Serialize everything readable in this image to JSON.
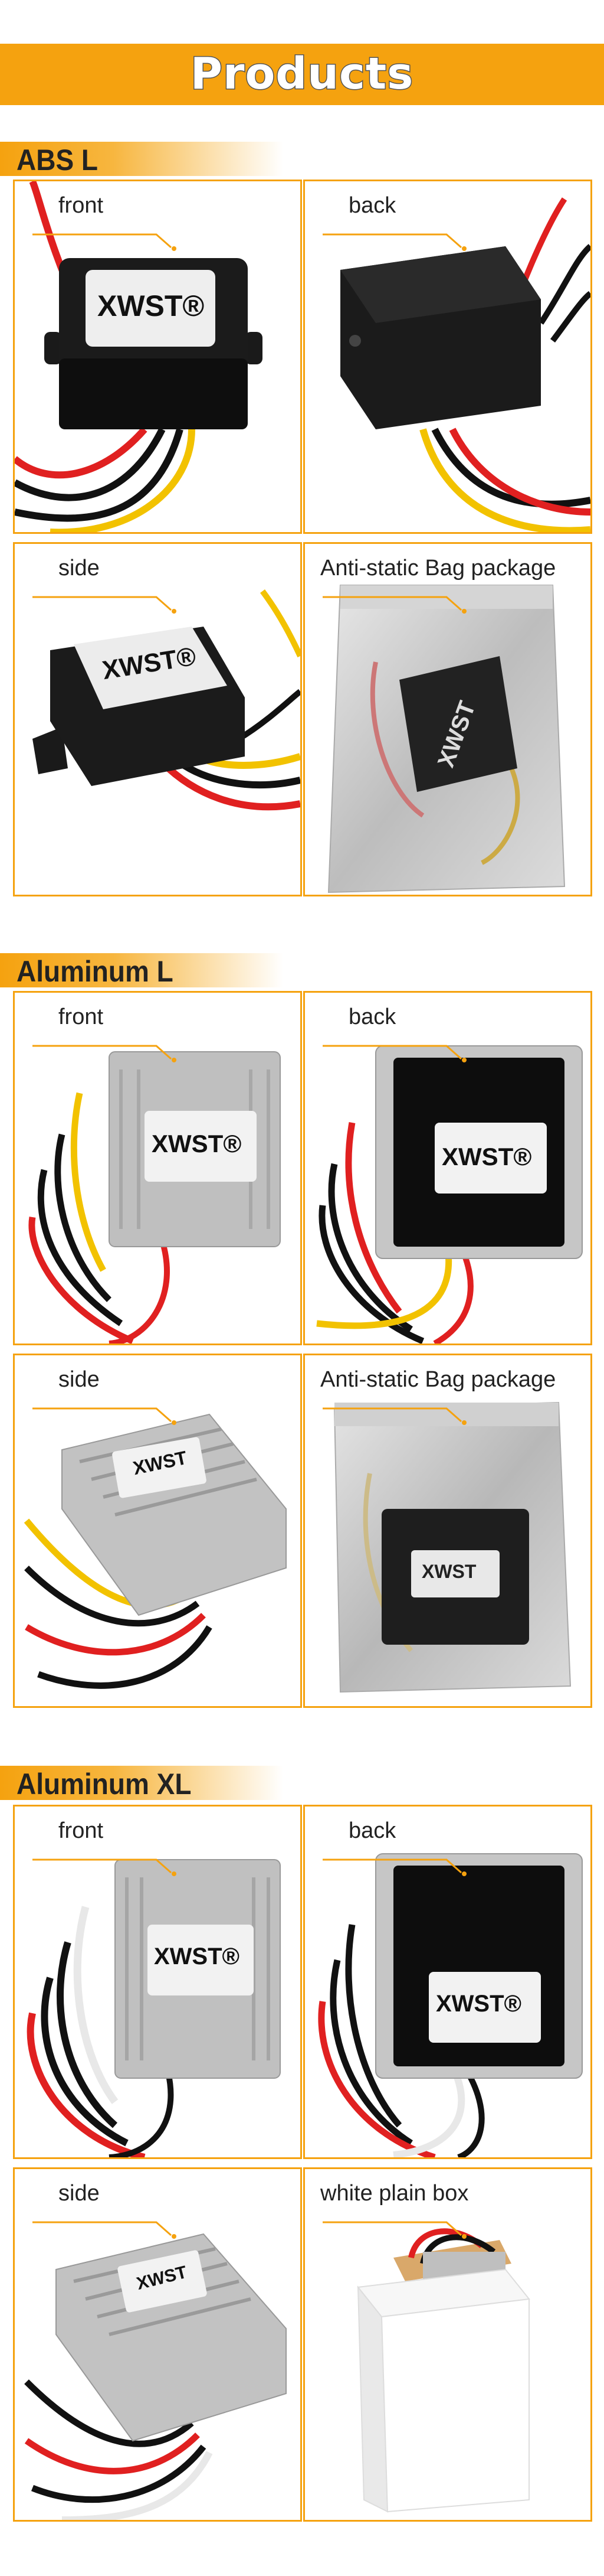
{
  "header": {
    "title": "Products"
  },
  "sections": [
    {
      "title": "ABS  L",
      "cells": [
        {
          "label": "front",
          "logo": "XWST®"
        },
        {
          "label": "back",
          "logo": ""
        },
        {
          "label": "side",
          "logo": "XWST®"
        },
        {
          "label": "Anti-static Bag package",
          "logo": "XWST"
        }
      ]
    },
    {
      "title": "Aluminum   L",
      "cells": [
        {
          "label": "front",
          "logo": "XWST®"
        },
        {
          "label": "back",
          "logo": "XWST®"
        },
        {
          "label": "side",
          "logo": "XWST"
        },
        {
          "label": "Anti-static Bag package",
          "logo": "XWST"
        }
      ]
    },
    {
      "title": "Aluminum   XL",
      "cells": [
        {
          "label": "front",
          "logo": "XWST®"
        },
        {
          "label": "back",
          "logo": "XWST®"
        },
        {
          "label": "side",
          "logo": "XWST"
        },
        {
          "label": "white plain box",
          "logo": ""
        }
      ]
    }
  ],
  "colors": {
    "accent": "#f5a20f",
    "wire_red": "#e02020",
    "wire_yellow": "#f2c200",
    "wire_black": "#111111"
  }
}
